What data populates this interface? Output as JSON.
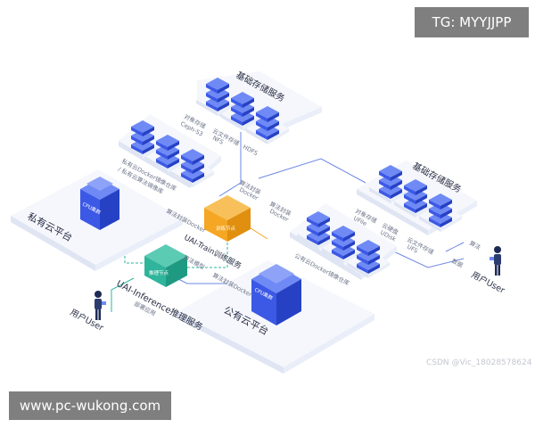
{
  "colors": {
    "platform_top": "#f5f7fc",
    "platform_left": "#dfe5f2",
    "platform_right": "#e9eef8",
    "server_blue": "#3c59e6",
    "server_dark": "#2641c4",
    "server_light": "#6f8af5",
    "chip_orange": "#f5a623",
    "chip_green": "#2fb59b",
    "line_blue": "#6e88e6",
    "line_green": "#2fb59b",
    "line_orange": "#f5a623",
    "label_dark": "#2a2f45",
    "label_small": "#6b7388"
  },
  "watermarks": {
    "tg": "TG: MYYJJPP",
    "site": "www.pc-wukong.com",
    "csdn": "CSDN @Vic_18028578624"
  },
  "labels": {
    "storage_top": "基础存储服务",
    "storage_right": "基础存储服务",
    "private_platform": "私有云平台",
    "public_platform": "公有云平台",
    "train_service": "UAI-Train训练服务",
    "inference_service": "UAI-Inference推理服务",
    "private_registry": "私有云Docker镜像仓库",
    "private_algo": "/ 私有云算法镜像库",
    "public_registry": "公有云Docker镜像仓库",
    "user_left": "用户User",
    "user_right": "用户User",
    "obj_storage_top": "对象存储",
    "ceph_s3": "Ceph-S3",
    "cloud_fs_top": "云文件存储",
    "nfs": "NFS",
    "hdfs": "HDFS",
    "obj_storage_right": "对象存储",
    "ufile": "UFile",
    "cloud_disk": "云硬盘",
    "udisk": "UDisk",
    "cloud_fs_right": "云文件存储",
    "ufs": "UFS",
    "algo_pack_1": "算法封装",
    "docker_1": "Docker",
    "algo_pack_2": "算法封装",
    "docker_2": "Docker",
    "algo_pack_3": "算法封装Docker",
    "algo_model": "算法模型",
    "algo_pack_4": "算法封装Docker",
    "deploy_app": "部署应用",
    "algo_right": "算法",
    "data_right": "数据",
    "cpu_cluster_private": "CPU集群",
    "cpu_cluster_public": "CPU集群",
    "train_node": "训练节点",
    "infer_node": "推理节点"
  }
}
